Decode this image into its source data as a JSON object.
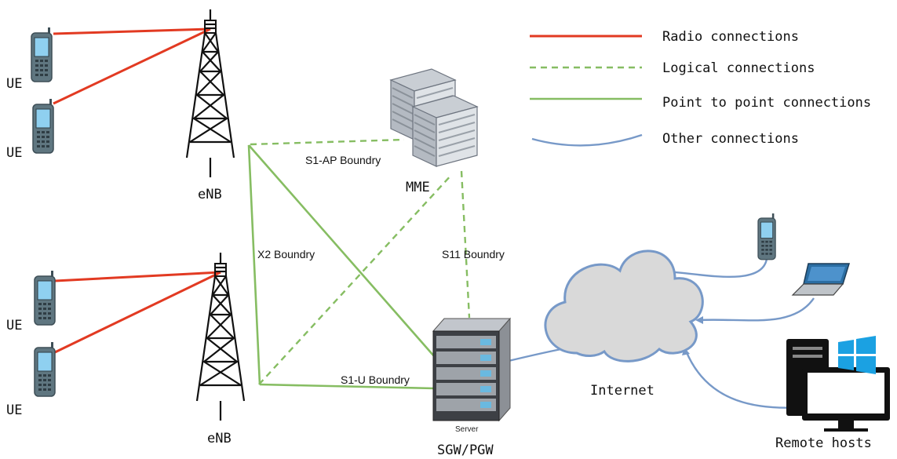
{
  "legend": {
    "radio": "Radio connections",
    "logical": "Logical connections",
    "p2p": "Point to point connections",
    "other": "Other connections"
  },
  "labels": {
    "ue1": "UE",
    "ue2": "UE",
    "ue3": "UE",
    "ue4": "UE",
    "enb_top": "eNB",
    "enb_bottom": "eNB",
    "mme": "MME",
    "sgw": "SGW/PGW",
    "server_caption": "Server",
    "internet": "Internet",
    "remote_hosts": "Remote hosts",
    "s1ap": "S1-AP Boundry",
    "x2": "X2 Boundry",
    "s11": "S11 Boundry",
    "s1u": "S1-U Boundry"
  },
  "colors": {
    "radio": "#e23a22",
    "green": "#86bd62",
    "other": "#7799c8",
    "cloud_fill": "#d9d9d9",
    "cloud_stroke": "#7799c8",
    "windows_blue": "#1ba1e2"
  },
  "icons": {
    "ue": "mobile-phone-icon",
    "enb": "cell-tower-icon",
    "mme": "server-stack-icon",
    "sgw": "rack-server-icon",
    "internet": "cloud-icon",
    "remote": [
      "mobile-phone-icon",
      "laptop-icon",
      "desktop-computer-icon",
      "windows-logo-icon"
    ]
  }
}
